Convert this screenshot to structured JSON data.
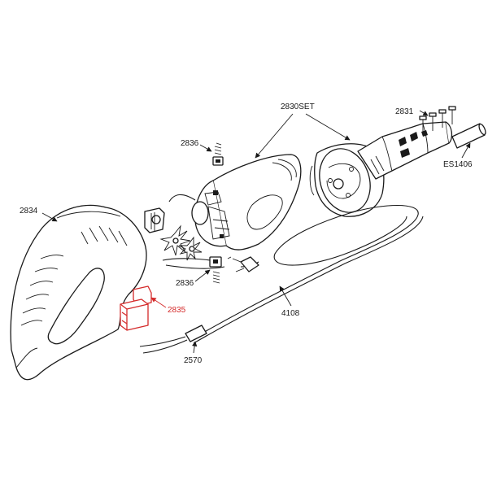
{
  "parts": {
    "p2830set": "2830SET",
    "p2831": "2831",
    "p2836_top": "2836",
    "pES1406": "ES1406",
    "p2834": "2834",
    "p2836_bottom": "2836",
    "p2835": "2835",
    "p4108": "4108",
    "p2570": "2570"
  },
  "colors": {
    "line": "#1a1a1a",
    "highlight": "#d42a2a",
    "background": "#ffffff"
  }
}
